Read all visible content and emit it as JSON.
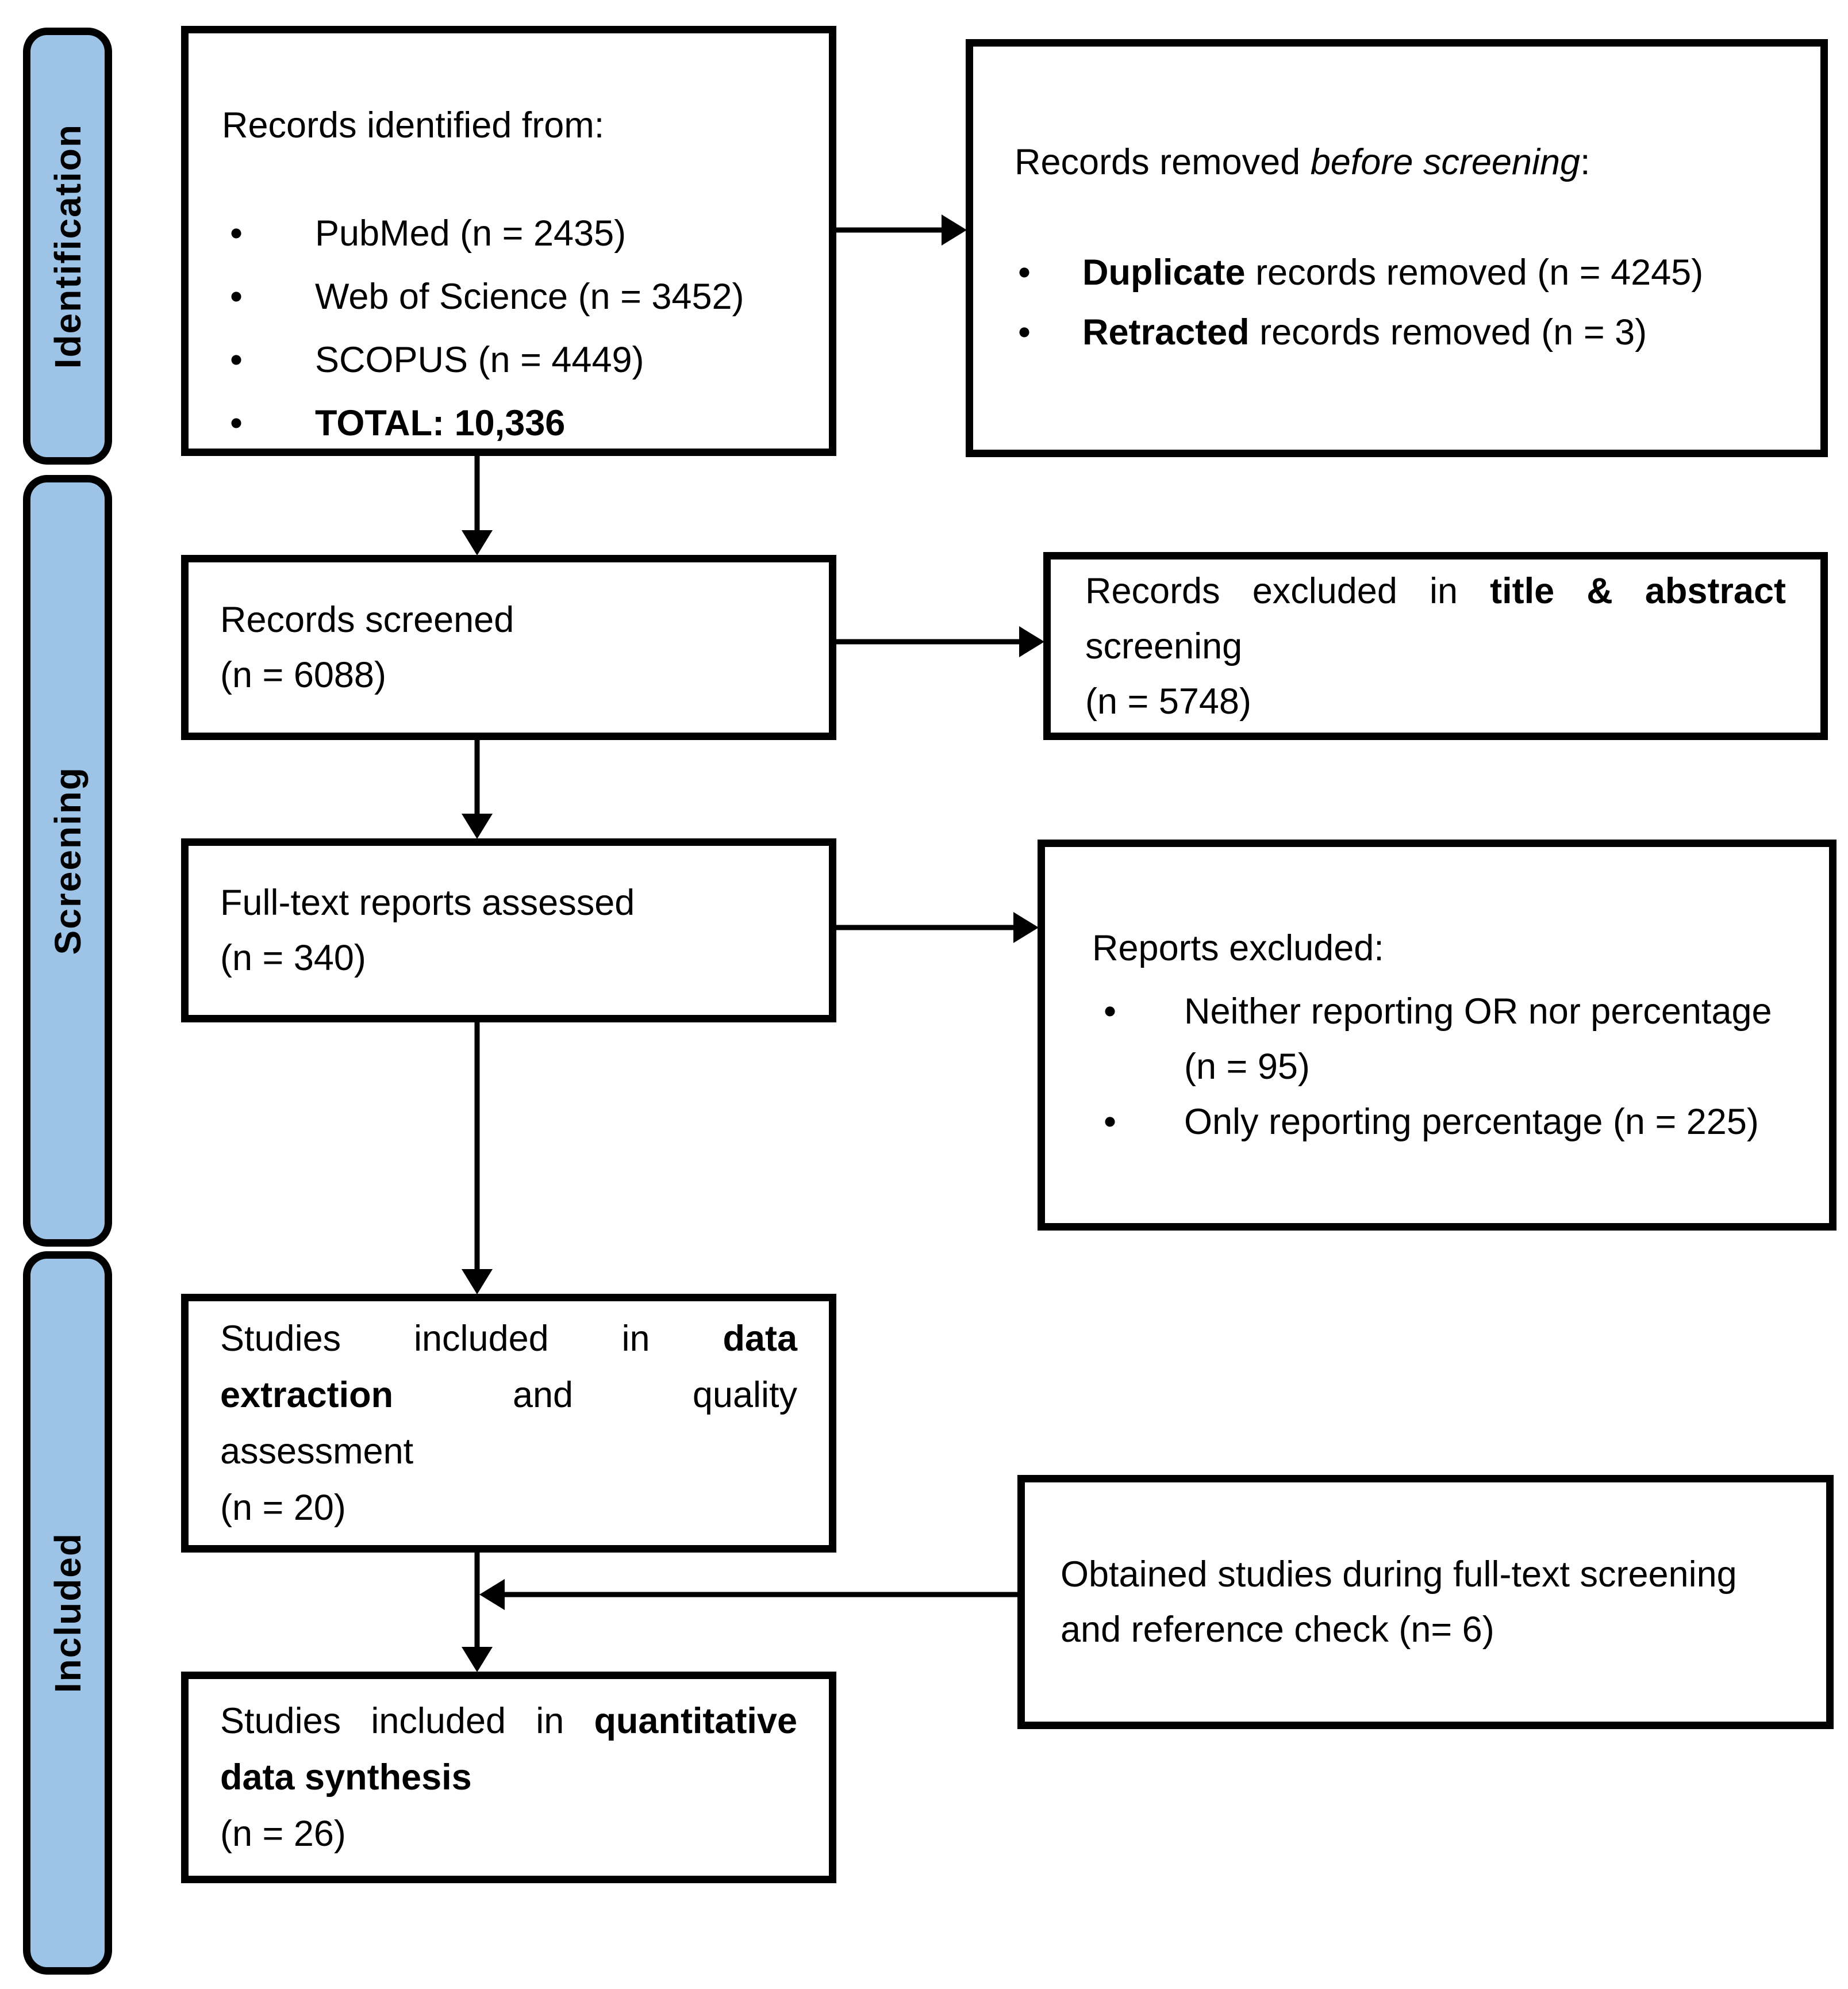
{
  "colors": {
    "accent": "#9DC3E6",
    "ink": "#000000"
  },
  "bullet_glyph": "•",
  "stages": [
    {
      "label": "Identification"
    },
    {
      "label": "Screening"
    },
    {
      "label": "Included"
    }
  ],
  "boxes": {
    "identified": {
      "heading": "Records identified from:",
      "items": [
        {
          "text": "PubMed (n = 2435)"
        },
        {
          "text": "Web of Science (n = 3452)"
        },
        {
          "text": "SCOPUS (n = 4449)"
        },
        {
          "text": "TOTAL: 10,336"
        }
      ]
    },
    "removed": {
      "heading_prefix": "Records removed ",
      "heading_italic": "before screening",
      "heading_suffix": ":",
      "items": [
        {
          "bold": "Duplicate",
          "rest": " records removed (n = 4245)"
        },
        {
          "bold": "Retracted",
          "rest": " records removed (n = 3)"
        }
      ]
    },
    "screened": {
      "line1": "Records screened",
      "count": "(n = 6088)"
    },
    "excluded_title_abstract": {
      "line1_prefix": "Records excluded in ",
      "line1_bold": "title & abstract",
      "line2": "screening",
      "count": "(n = 5748)"
    },
    "fulltext": {
      "line1": "Full-text reports assessed",
      "count": "(n = 340)"
    },
    "reports_excluded": {
      "heading": "Reports excluded:",
      "items": [
        {
          "line1": "Neither reporting OR nor percentage",
          "line2": "(n = 95)"
        },
        {
          "line1": "Only reporting percentage (n = 225)"
        }
      ]
    },
    "extraction": {
      "line1_prefix": "Studies included in ",
      "line1_bold": "data",
      "line2_bold": "extraction",
      "line2_rest": " and quality",
      "line3": "assessment",
      "count": "(n = 20)"
    },
    "obtained": {
      "line1": "Obtained studies during full-text screening",
      "line2": "and reference check (n= 6)"
    },
    "quantitative": {
      "line1_prefix": "Studies included in ",
      "line1_bold": "quantitative",
      "line2_bold": "data synthesis",
      "count": "(n = 26)"
    }
  }
}
